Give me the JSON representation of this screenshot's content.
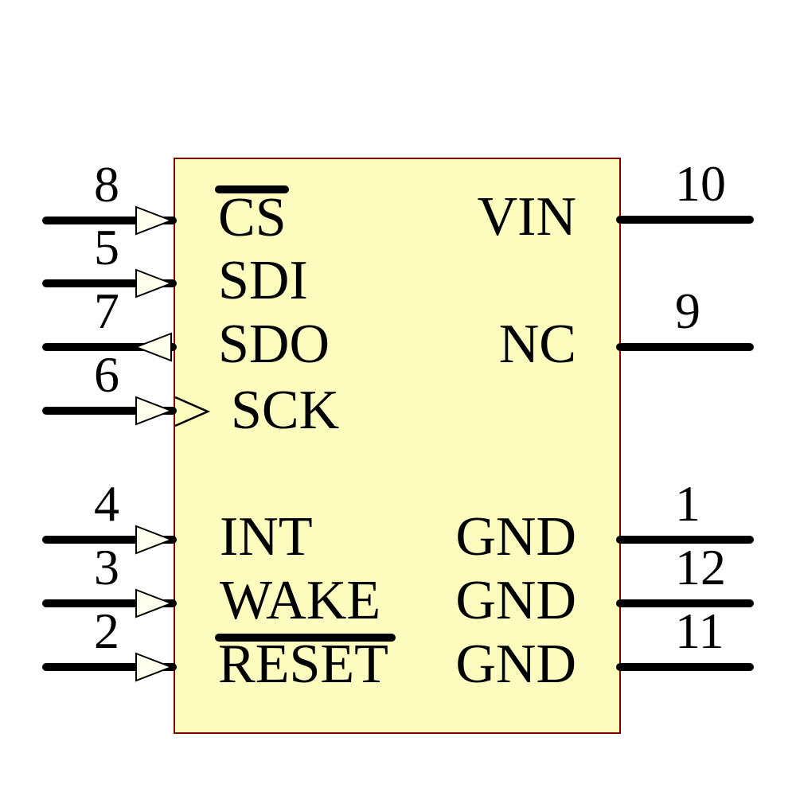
{
  "schematic": {
    "colors": {
      "body_fill": "#FCFCBE",
      "border_color": "#800000",
      "arrow_fill": "#FFFFEE",
      "wire_color": "#000000",
      "text_color": "#000000"
    },
    "component": {
      "shape": "rectangle",
      "pin_count": 12
    },
    "pins": {
      "left": [
        {
          "number": "8",
          "name": "CS",
          "overline": true,
          "direction": "input"
        },
        {
          "number": "5",
          "name": "SDI",
          "overline": false,
          "direction": "input"
        },
        {
          "number": "7",
          "name": "SDO",
          "overline": false,
          "direction": "output"
        },
        {
          "number": "6",
          "name": "SCK",
          "overline": false,
          "direction": "clock-input"
        },
        {
          "number": "4",
          "name": "INT",
          "overline": false,
          "direction": "input"
        },
        {
          "number": "3",
          "name": "WAKE",
          "overline": false,
          "direction": "input"
        },
        {
          "number": "2",
          "name": "RESET",
          "overline": true,
          "direction": "input"
        }
      ],
      "right": [
        {
          "number": "10",
          "name": "VIN",
          "overline": false,
          "direction": "passive"
        },
        {
          "number": "9",
          "name": "NC",
          "overline": false,
          "direction": "passive"
        },
        {
          "number": "1",
          "name": "GND",
          "overline": false,
          "direction": "passive"
        },
        {
          "number": "12",
          "name": "GND",
          "overline": false,
          "direction": "passive"
        },
        {
          "number": "11",
          "name": "GND",
          "overline": false,
          "direction": "passive"
        }
      ]
    }
  }
}
